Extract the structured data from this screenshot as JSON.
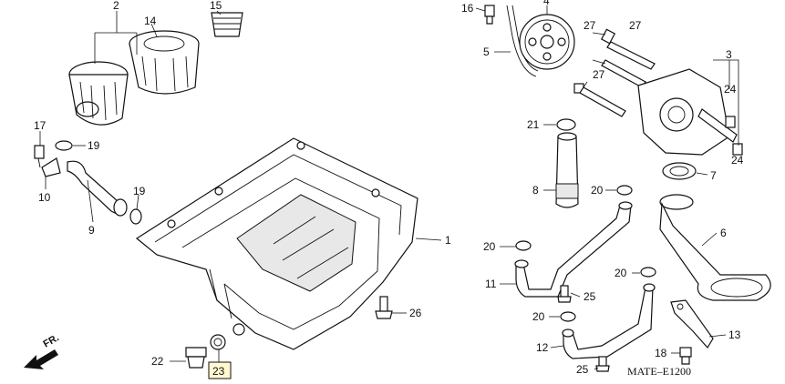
{
  "diagram": {
    "direction_label": "FR.",
    "drawing_code": "MATE–E1200",
    "callouts": {
      "c1": "1",
      "c2": "2",
      "c3": "3",
      "c4": "4",
      "c5": "5",
      "c6": "6",
      "c7": "7",
      "c8": "8",
      "c9": "9",
      "c10": "10",
      "c11": "11",
      "c12": "12",
      "c13": "13",
      "c14": "14",
      "c15": "15",
      "c16": "16",
      "c17": "17",
      "c18": "18",
      "c19a": "19",
      "c19b": "19",
      "c20a": "20",
      "c20b": "20",
      "c20c": "20",
      "c20d": "20",
      "c21": "21",
      "c22": "22",
      "c23": "23",
      "c24a": "24",
      "c24b": "24",
      "c25a": "25",
      "c25b": "25",
      "c26": "26",
      "c27a": "27",
      "c27b": "27"
    }
  }
}
